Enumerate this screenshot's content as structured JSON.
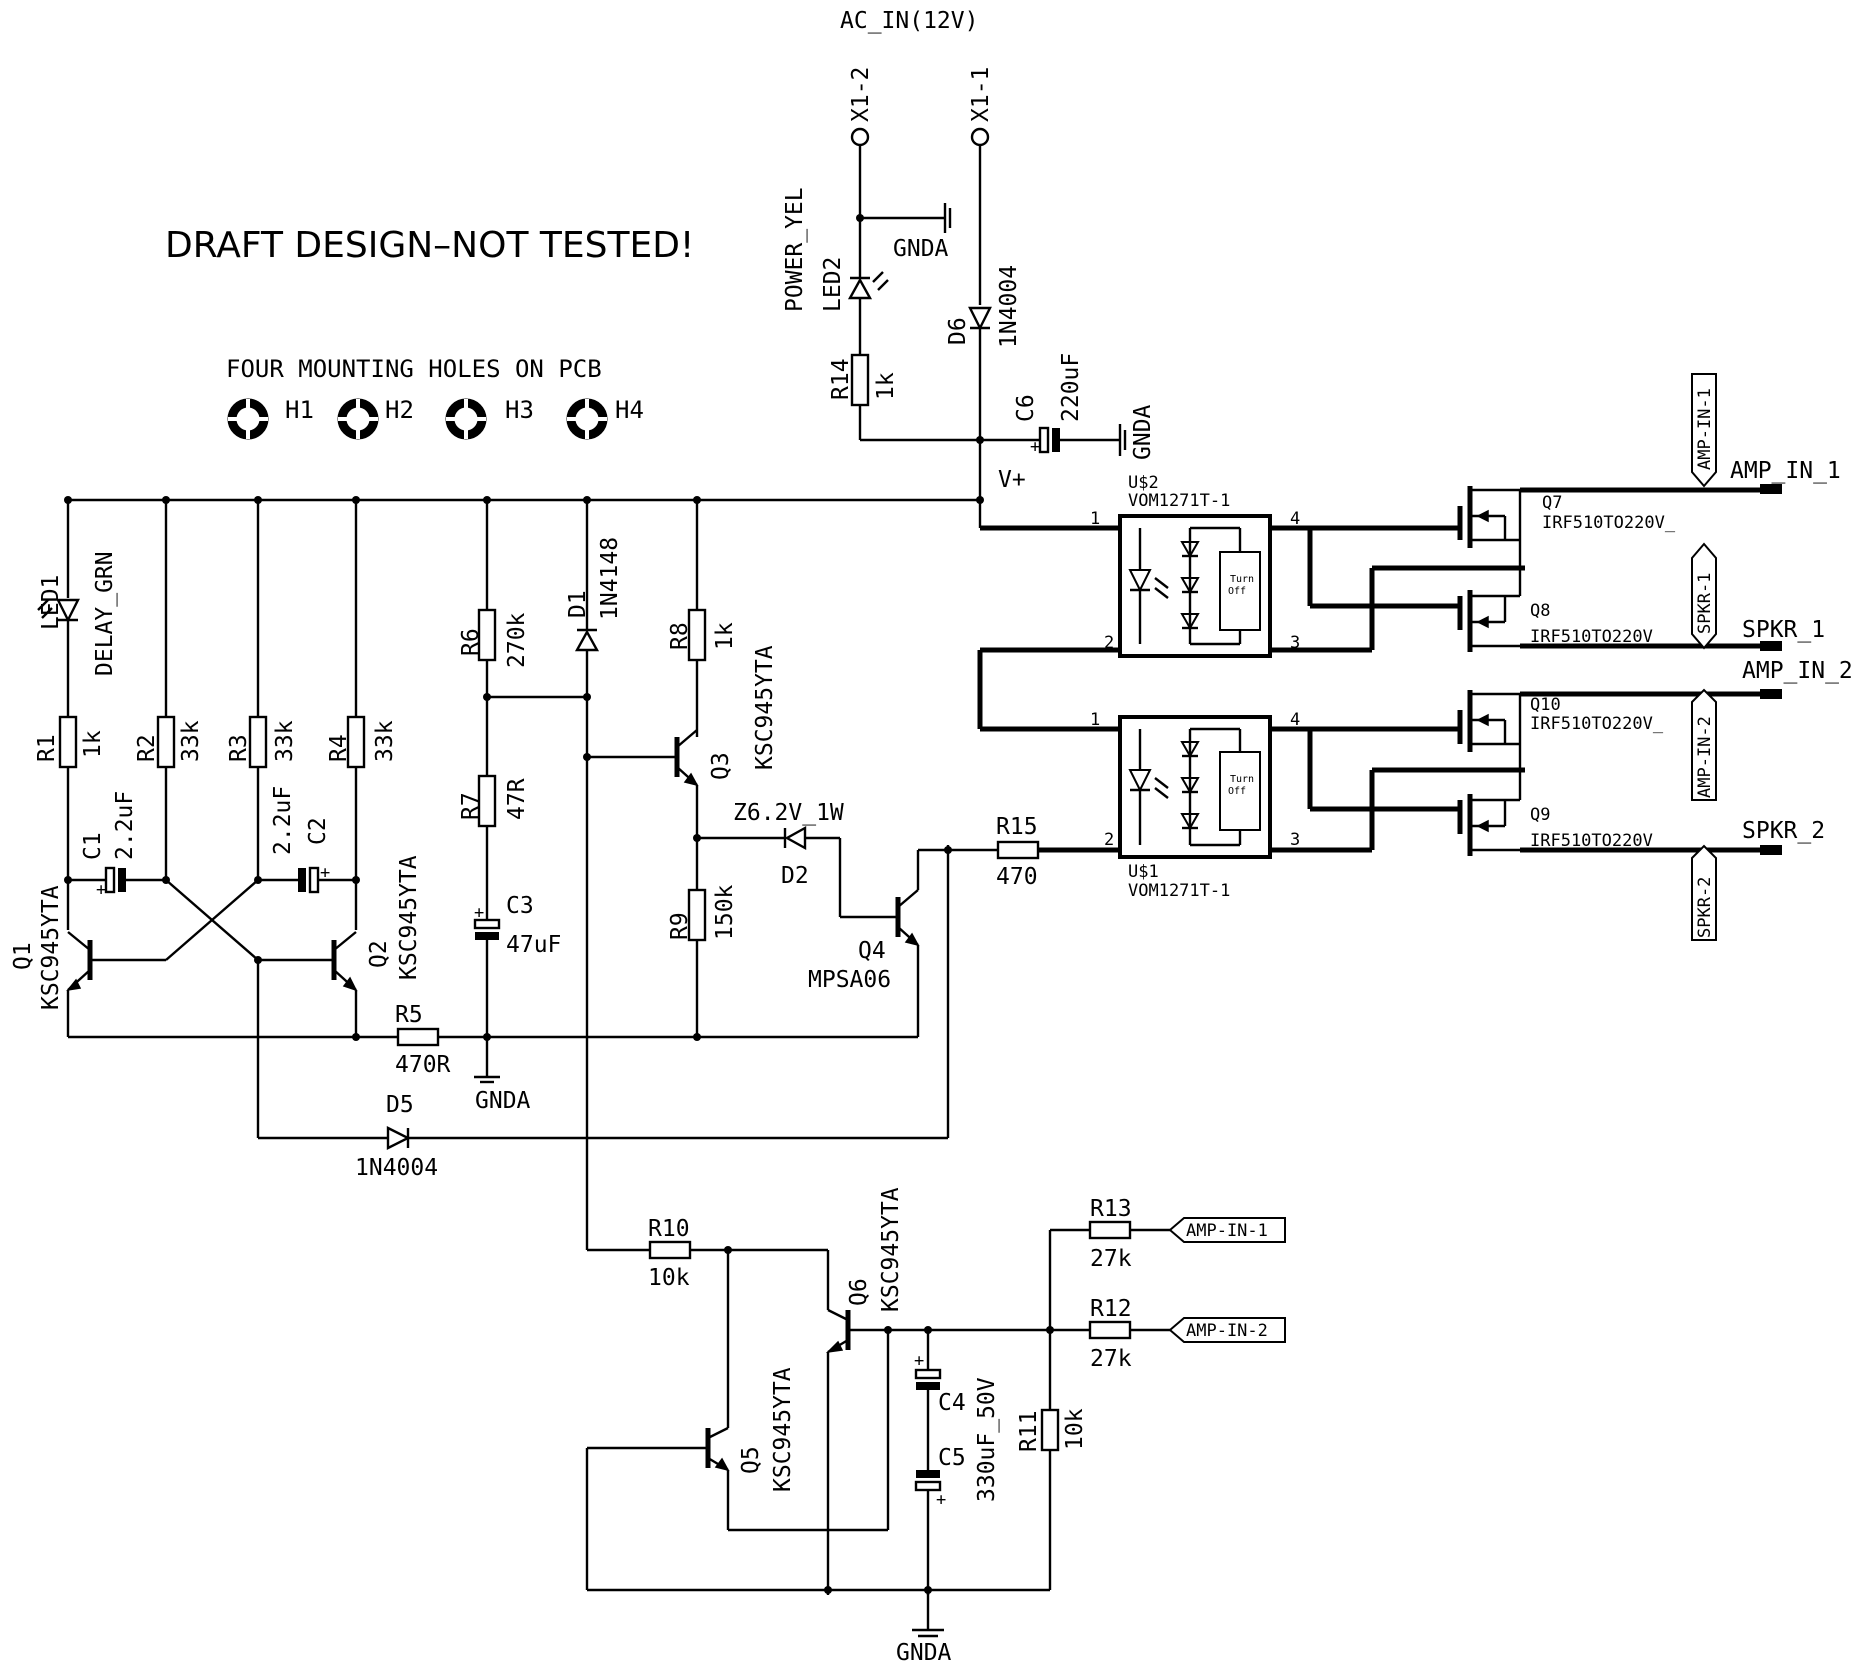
{
  "title_note": "DRAFT DESIGN–NOT TESTED!",
  "mounting_note": "FOUR MOUNTING HOLES ON PCB",
  "holes": [
    "H1",
    "H2",
    "H3",
    "H4"
  ],
  "power": {
    "header": "AC_IN(12V)",
    "x1_2": "X1-2",
    "x1_1": "X1-1",
    "led2_name": "LED2",
    "led2_value": "POWER_YEL",
    "r14_name": "R14",
    "r14_value": "1k",
    "d6_name": "D6",
    "d6_value": "1N4004",
    "c6_name": "C6",
    "c6_value": "220uF",
    "gnda": "GNDA",
    "vplus": "V+"
  },
  "delay": {
    "led1_name": "LED1",
    "led1_value": "DELAY_GRN",
    "r1_name": "R1",
    "r1_value": "1k",
    "r2_name": "R2",
    "r2_value": "33k",
    "r3_name": "R3",
    "r3_value": "33k",
    "r4_name": "R4",
    "r4_value": "33k",
    "c1_name": "C1",
    "c1_value": "2.2uF",
    "c2_name": "C2",
    "c2_value": "2.2uF",
    "q1_name": "Q1",
    "q1_value": "KSC945YTA",
    "q2_name": "Q2",
    "q2_value": "KSC945YTA",
    "r5_name": "R5",
    "r5_value": "470R",
    "r6_name": "R6",
    "r6_value": "270k",
    "r7_name": "R7",
    "r7_value": "47R",
    "c3_name": "C3",
    "c3_value": "47uF",
    "d1_name": "D1",
    "d1_value": "1N4148",
    "r8_name": "R8",
    "r8_value": "1k",
    "q3_name": "Q3",
    "q3_value": "KSC945YTA",
    "r9_name": "R9",
    "r9_value": "150k",
    "d2_name": "D2",
    "d2_value": "Z6.2V_1W",
    "q4_name": "Q4",
    "q4_value": "MPSA06",
    "d5_name": "D5",
    "d5_value": "1N4004",
    "r15_name": "R15",
    "r15_value": "470",
    "gnda": "GNDA"
  },
  "relay": {
    "u2_name": "U$2",
    "u2_value": "VOM1271T-1",
    "u1_name": "U$1",
    "u1_value": "VOM1271T-1",
    "pin1": "1",
    "pin2": "2",
    "pin3": "3",
    "pin4": "4",
    "turn_off_1": "Turn",
    "turn_off_2": "Off",
    "q7_name": "Q7",
    "q7_value": "IRF510TO220V_",
    "q8_name": "Q8",
    "q8_value": "IRF510TO220V_",
    "q10_name": "Q10",
    "q10_value": "IRF510TO220V_",
    "q9_name": "Q9",
    "q9_value": "IRF510TO220V_",
    "amp_in_1": "AMP_IN_1",
    "spkr_1": "SPKR_1",
    "amp_in_2": "AMP_IN_2",
    "spkr_2": "SPKR_2",
    "tag_amp_in_1": "AMP-IN-1",
    "tag_spkr_1": "SPKR-1",
    "tag_amp_in_2": "AMP-IN-2",
    "tag_spkr_2": "SPKR-2"
  },
  "detect": {
    "r10_name": "R10",
    "r10_value": "10k",
    "q6_name": "Q6",
    "q6_value": "KSC945YTA",
    "q5_name": "Q5",
    "q5_value": "KSC945YTA",
    "c4_name": "C4",
    "c5_name": "C5",
    "c45_value": "330uF_50V",
    "r11_name": "R11",
    "r11_value": "10k",
    "r13_name": "R13",
    "r13_value": "27k",
    "r12_name": "R12",
    "r12_value": "27k",
    "tag_amp_in_1": "AMP-IN-1",
    "tag_amp_in_2": "AMP-IN-2",
    "gnda": "GNDA"
  }
}
